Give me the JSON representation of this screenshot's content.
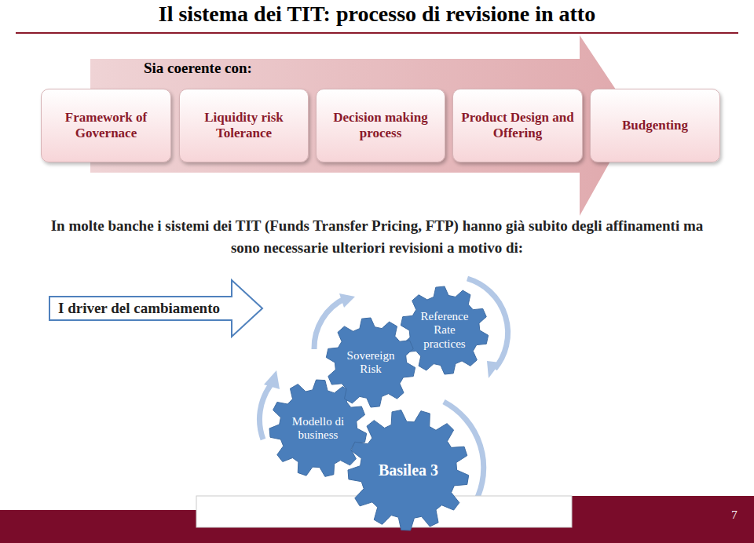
{
  "diagram": {
    "title": "Il sistema dei TIT: processo di revisione in atto",
    "nodes": [
      {
        "text": [
          "Framework of Governace"
        ]
      },
      {
        "text": [
          "Liquidity risk Tolerance"
        ]
      },
      {
        "text": [
          "Decision making process"
        ]
      },
      {
        "text": [
          "Product Design and Offering"
        ]
      },
      {
        "text": [
          "Budgenting"
        ]
      },
      {
        "text": [
          "I driver del cambiamento"
        ]
      },
      {
        "text": [
          "Reference Rate practices"
        ]
      },
      {
        "text": [
          "Sovereign Risk"
        ]
      },
      {
        "text": [
          "Modello di business"
        ]
      },
      {
        "text": [
          "Basilea 3"
        ]
      }
    ],
    "labels": [
      "Sia coerente con:",
      "In molte banche i sistemi dei TIT (Funds Transfer Pricing, FTP) hanno già subito degli affinamenti ma sono necessarie ulteriori revisioni a motivo di:",
      "7"
    ]
  }
}
